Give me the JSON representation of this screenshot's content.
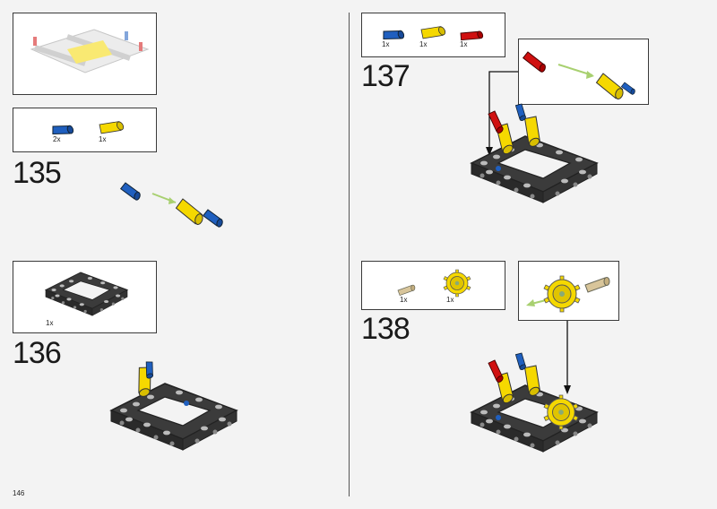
{
  "page": {
    "number": "146"
  },
  "steps": [
    {
      "number": "135",
      "parts": [
        {
          "qty": "2x",
          "name": "blue-pin-icon"
        },
        {
          "qty": "1x",
          "name": "yellow-connector-icon"
        }
      ]
    },
    {
      "number": "136",
      "parts": [
        {
          "qty": "1x",
          "name": "dark-frame-icon"
        }
      ]
    },
    {
      "number": "137",
      "parts": [
        {
          "qty": "1x",
          "name": "blue-pin-icon"
        },
        {
          "qty": "1x",
          "name": "yellow-connector-icon"
        },
        {
          "qty": "1x",
          "name": "red-axle-pin-icon"
        }
      ]
    },
    {
      "number": "138",
      "parts": [
        {
          "qty": "1x",
          "name": "tan-axle-pin-icon"
        },
        {
          "qty": "1x",
          "name": "yellow-gear-icon"
        }
      ]
    }
  ],
  "colors": {
    "frame": "#3b3b3b",
    "yellow": "#f5d800",
    "blue": "#1f5fbf",
    "red": "#d01010",
    "tan": "#d8c59a",
    "arrow": "#a8d070"
  }
}
